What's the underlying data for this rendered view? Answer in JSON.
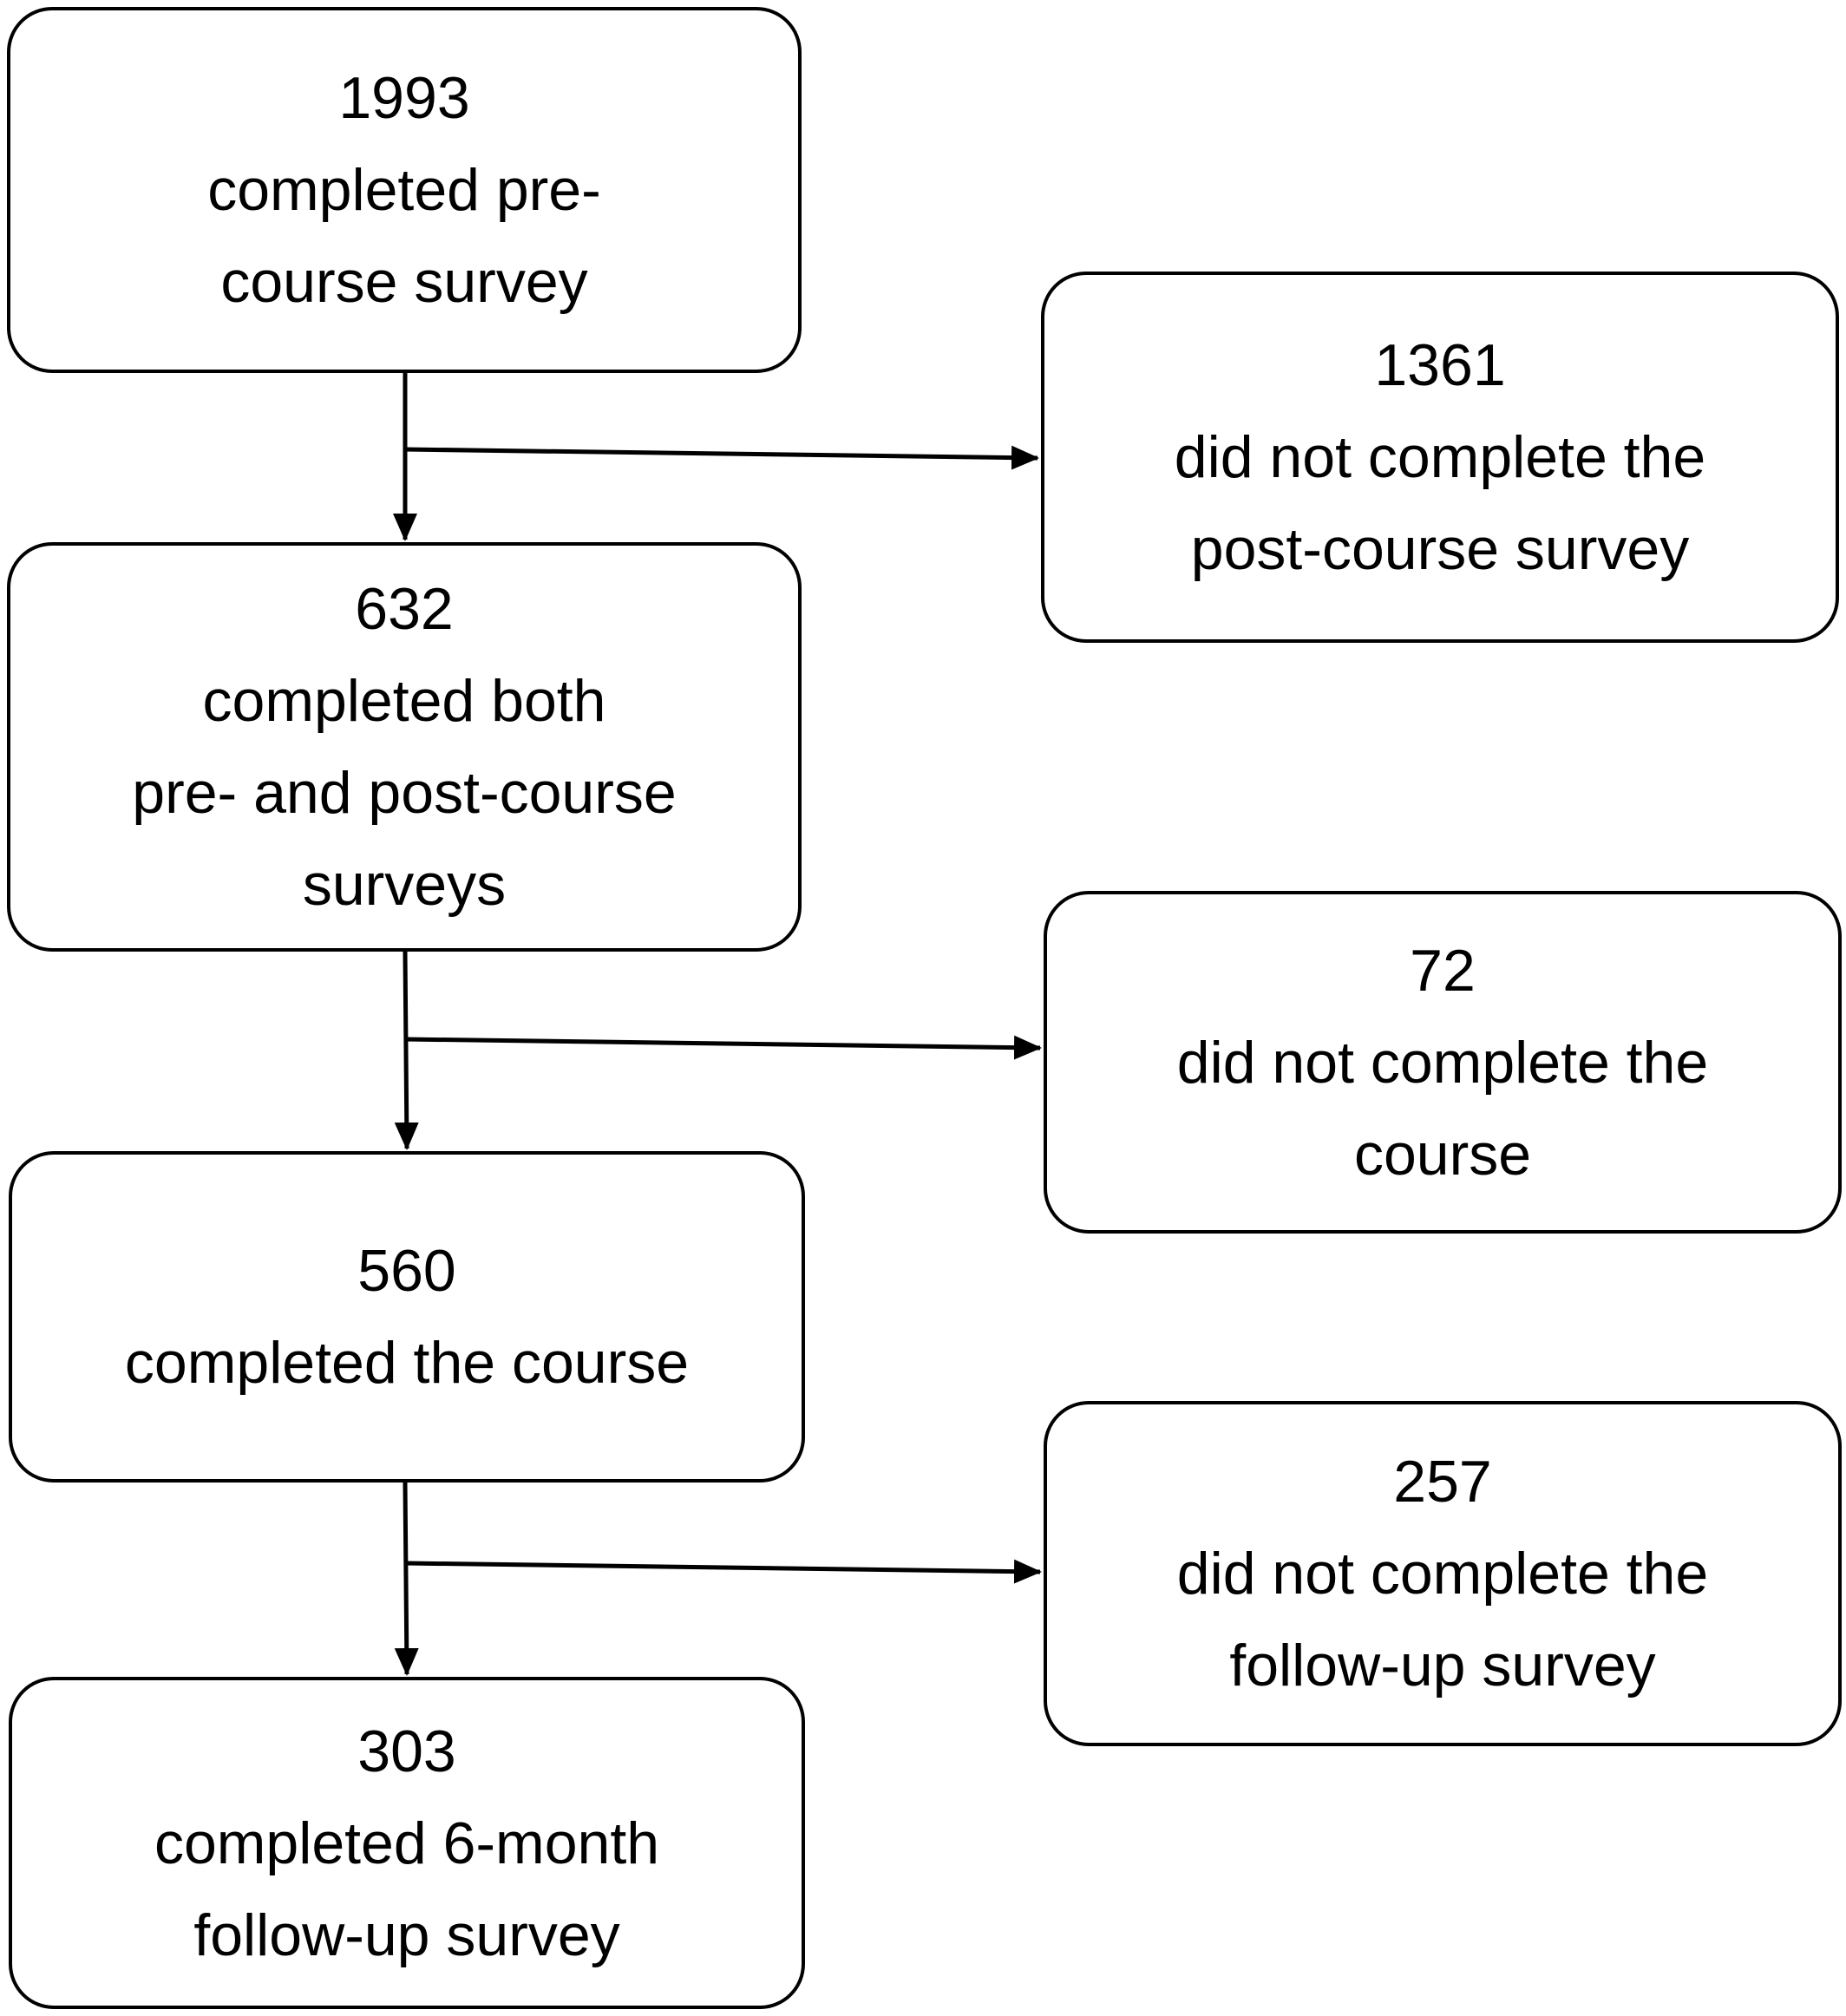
{
  "nodes": [
    {
      "id": "n1",
      "count": "1993",
      "lines": [
        "completed pre-",
        "course survey"
      ]
    },
    {
      "id": "n2",
      "count": "1361",
      "lines": [
        "did not complete the",
        "post-course survey"
      ]
    },
    {
      "id": "n3",
      "count": "632",
      "lines": [
        "completed both",
        "pre- and post-course",
        "surveys"
      ]
    },
    {
      "id": "n4",
      "count": "72",
      "lines": [
        "did not complete the",
        "course"
      ]
    },
    {
      "id": "n5",
      "count": "560",
      "lines": [
        "completed the course"
      ]
    },
    {
      "id": "n6",
      "count": "257",
      "lines": [
        "did not complete the",
        "follow-up survey"
      ]
    },
    {
      "id": "n7",
      "count": "303",
      "lines": [
        "completed 6-month",
        "follow-up survey"
      ]
    }
  ],
  "edges": [
    {
      "from": "n1",
      "to": "n3"
    },
    {
      "from": "n1",
      "to": "n2"
    },
    {
      "from": "n3",
      "to": "n5"
    },
    {
      "from": "n3",
      "to": "n4"
    },
    {
      "from": "n5",
      "to": "n7"
    },
    {
      "from": "n5",
      "to": "n6"
    }
  ]
}
